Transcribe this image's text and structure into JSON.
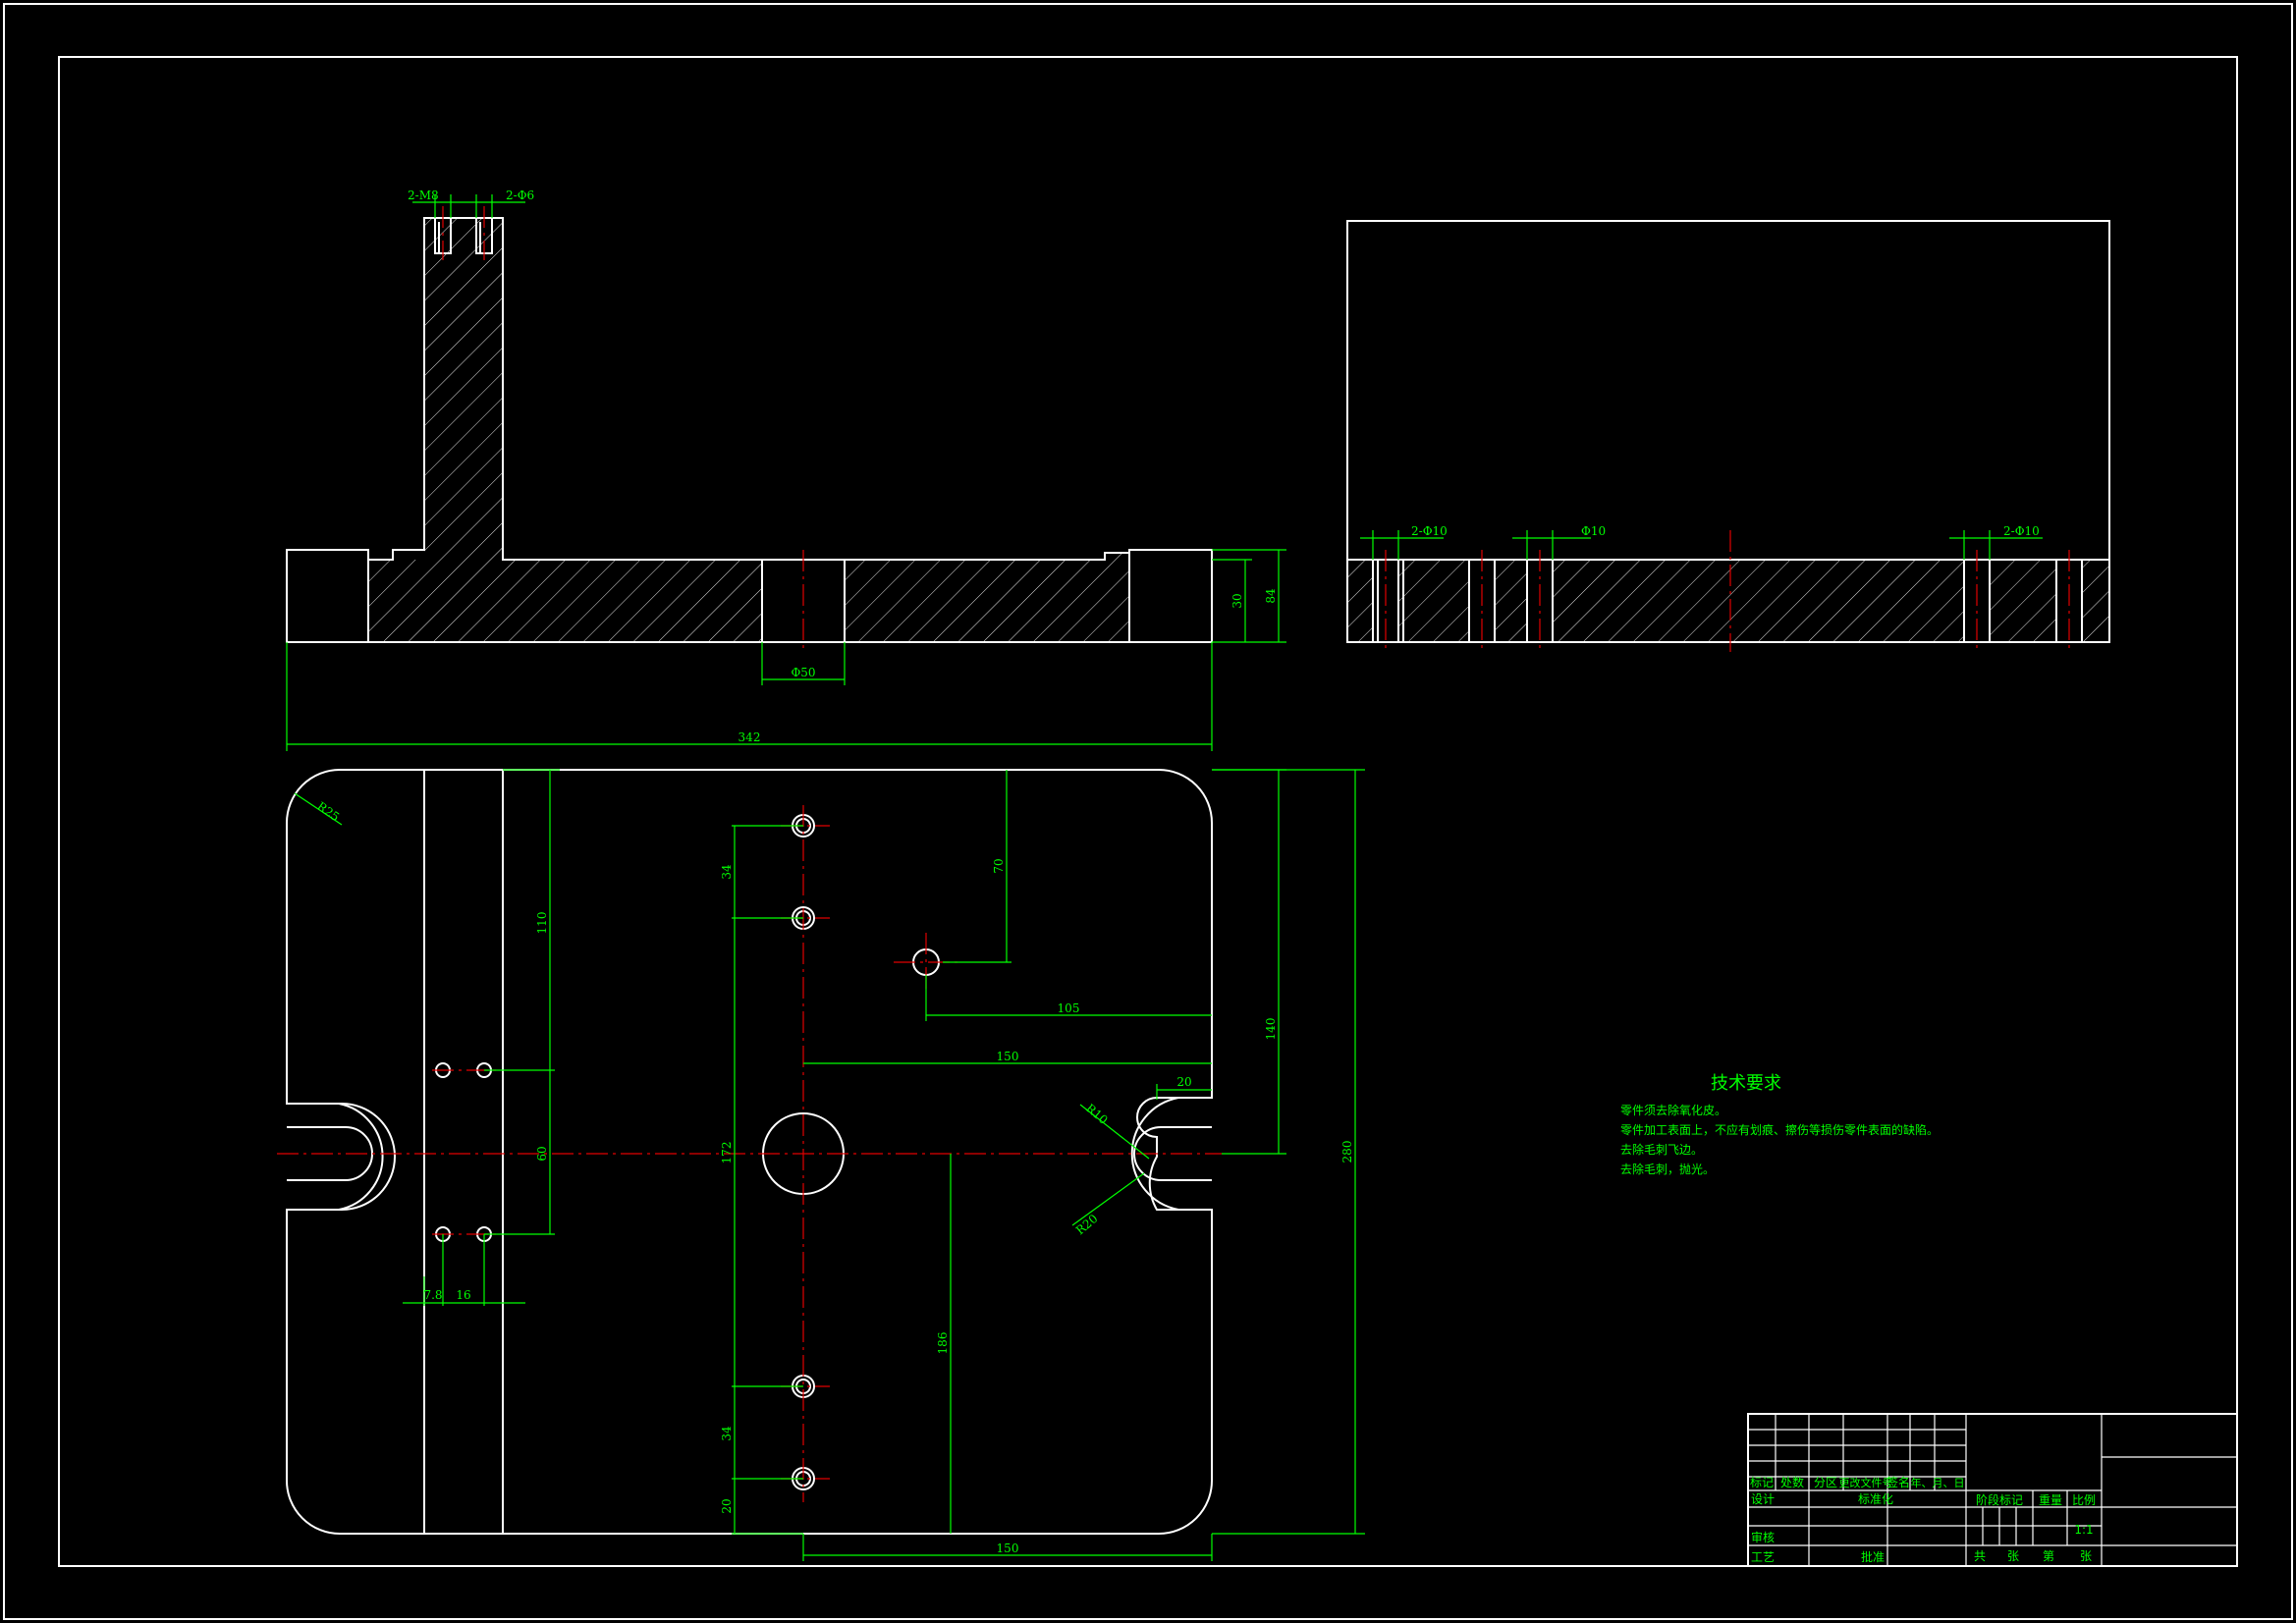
{
  "front_view": {
    "callout_tap": "2-M8",
    "callout_hole": "2-Φ6",
    "dim_30": "30",
    "dim_84": "84",
    "dim_phi50": "Φ50",
    "dim_342": "342"
  },
  "side_view": {
    "callout_left": "2-Φ10",
    "callout_mid": "Φ10",
    "callout_right": "2-Φ10"
  },
  "plan_view": {
    "dim_r25_top": "R25",
    "dim_110": "110",
    "dim_60": "60",
    "dim_7_8": "7.8",
    "dim_16": "16",
    "dim_34_top": "34",
    "dim_172": "172",
    "dim_34_bottom": "34",
    "dim_20_bottom": "20",
    "dim_70": "70",
    "dim_105": "105",
    "dim_150_mid": "150",
    "dim_20_right": "20",
    "dim_r10": "R10",
    "dim_r20": "R20",
    "dim_140": "140",
    "dim_280": "280",
    "dim_150_bottom": "150",
    "dim_186": "186"
  },
  "technical_requirements": {
    "heading": "技术要求",
    "lines": [
      "零件须去除氧化皮。",
      "零件加工表面上，不应有划痕、擦伤等损伤零件表面的缺陷。",
      "去除毛刺飞边。",
      "去除毛刺，抛光。"
    ]
  },
  "title_block": {
    "mark": "标记",
    "count": "处数",
    "zone": "分区",
    "change_doc": "更改文件号",
    "signature": "签名",
    "date": "年、月、日",
    "design": "设计",
    "standardization": "标准化",
    "review": "审核",
    "process": "工艺",
    "approve": "批准",
    "stage_mark": "阶段标记",
    "weight": "重量",
    "scale": "比例",
    "scale_value": "1:1",
    "total": "共",
    "sheets1": "张",
    "page_no": "第",
    "sheets2": "张"
  },
  "colors": {
    "background": "#000000",
    "outline": "#ffffff",
    "dimension": "#00ff00",
    "centerline": "#e00000"
  }
}
